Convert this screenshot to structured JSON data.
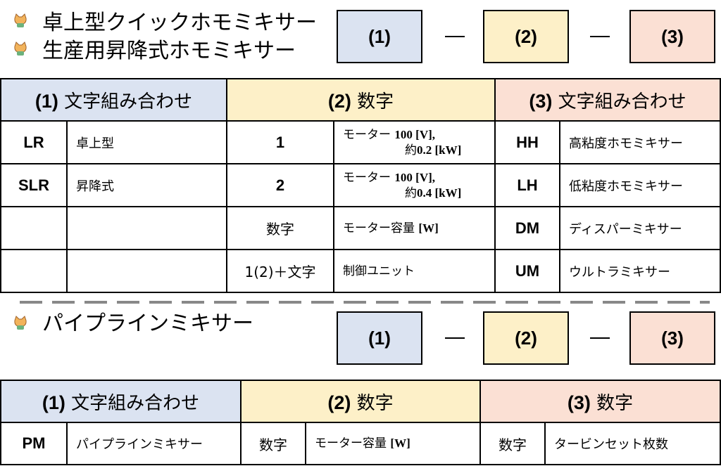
{
  "top": {
    "titles": [
      "卓上型クイックホモミキサー",
      "生産用昇降式ホモミキサー"
    ],
    "boxes": [
      "(1)",
      "(2)",
      "(3)"
    ],
    "dash": "—"
  },
  "table1": {
    "headers": [
      {
        "num": "(1)",
        "label": "文字組み合わせ"
      },
      {
        "num": "(2)",
        "label": "数字"
      },
      {
        "num": "(3)",
        "label": "文字組み合わせ"
      }
    ],
    "rows": [
      {
        "c1": "LR",
        "d1": "卓上型",
        "c2": "1",
        "d2a": "モーター",
        "d2b": "100 [V],",
        "d2c": "約",
        "d2d": "0.2 [kW]",
        "c3": "HH",
        "d3": "高粘度ホモミキサー"
      },
      {
        "c1": "SLR",
        "d1": "昇降式",
        "c2": "2",
        "d2a": "モーター",
        "d2b": "100 [V],",
        "d2c": "約",
        "d2d": "0.4 [kW]",
        "c3": "LH",
        "d3": "低粘度ホモミキサー"
      },
      {
        "c1": "",
        "d1": "",
        "c2": "数字",
        "d2a": "モーター容量",
        "d2b": "[W]",
        "c3": "DM",
        "d3": "ディスパーミキサー"
      },
      {
        "c1": "",
        "d1": "",
        "c2": "1(2)＋文字",
        "d2a": "制御ユニット",
        "d2b": "",
        "c3": "UM",
        "d3": "ウルトラミキサー"
      }
    ]
  },
  "bottom": {
    "title": "パイプラインミキサー",
    "boxes": [
      "(1)",
      "(2)",
      "(3)"
    ],
    "dash": "—"
  },
  "table2": {
    "headers": [
      {
        "num": "(1)",
        "label": "文字組み合わせ"
      },
      {
        "num": "(2)",
        "label": "数字"
      },
      {
        "num": "(3)",
        "label": "数字"
      }
    ],
    "row": {
      "c1": "PM",
      "d1": "パイプラインミキサー",
      "c2": "数字",
      "d2a": "モーター容量",
      "d2b": "[W]",
      "c3": "数字",
      "d3": "タービンセット枚数"
    }
  },
  "colors": {
    "blue": "#dbe3f1",
    "yellow": "#fdf0c8",
    "pink": "#fbe0d4"
  }
}
